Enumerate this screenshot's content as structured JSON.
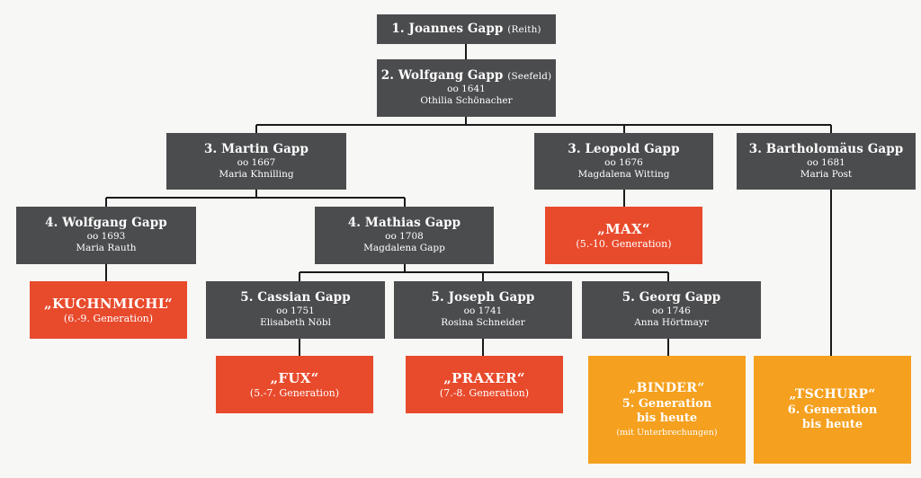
{
  "persons": {
    "joannes": {
      "name": "1. Joannes Gapp",
      "place": "(Reith)"
    },
    "wolfgang2": {
      "name": "2. Wolfgang Gapp",
      "place": "(Seefeld)",
      "married": "oo 1641",
      "spouse": "Othilia Schönacher"
    },
    "martin": {
      "name": "3. Martin Gapp",
      "married": "oo 1667",
      "spouse": "Maria Khnilling"
    },
    "leopold": {
      "name": "3. Leopold Gapp",
      "married": "oo 1676",
      "spouse": "Magdalena Witting"
    },
    "bartholomaeus": {
      "name": "3. Bartholomäus Gapp",
      "married": "oo 1681",
      "spouse": "Maria Post"
    },
    "wolfgang4": {
      "name": "4. Wolfgang Gapp",
      "married": "oo 1693",
      "spouse": "Maria Rauth"
    },
    "mathias": {
      "name": "4. Mathias Gapp",
      "married": "oo 1708",
      "spouse": "Magdalena Gapp"
    },
    "cassian": {
      "name": "5. Cassian Gapp",
      "married": "oo 1751",
      "spouse": "Elisabeth Nöbl"
    },
    "joseph": {
      "name": "5. Joseph Gapp",
      "married": "oo 1741",
      "spouse": "Rosina Schneider"
    },
    "georg": {
      "name": "5. Georg Gapp",
      "married": "oo 1746",
      "spouse": "Anna Hörtmayr"
    }
  },
  "housenames": {
    "max": {
      "name": "„MAX“",
      "generation": "(5.-10. Generation)"
    },
    "kuchnmichl": {
      "name": "„KUCHNMICHL“",
      "generation": "(6.-9. Generation)"
    },
    "fux": {
      "name": "„FUX“",
      "generation": "(5.-7. Generation)"
    },
    "praxer": {
      "name": "„PRAXER“",
      "generation": "(7.-8. Generation)"
    },
    "binder": {
      "name": "„BINDER“",
      "generation_line1": "5. Generation",
      "generation_line2": "bis heute",
      "note": "(mit Unterbrechungen)"
    },
    "tschurp": {
      "name": "„TSCHURP“",
      "generation_line1": "6. Generation",
      "generation_line2": "bis heute"
    }
  },
  "colors": {
    "person_box": "#4b4c4e",
    "housename_early": "#e84a2c",
    "housename_current": "#f5a01e",
    "connector": "#1a1a1a"
  }
}
